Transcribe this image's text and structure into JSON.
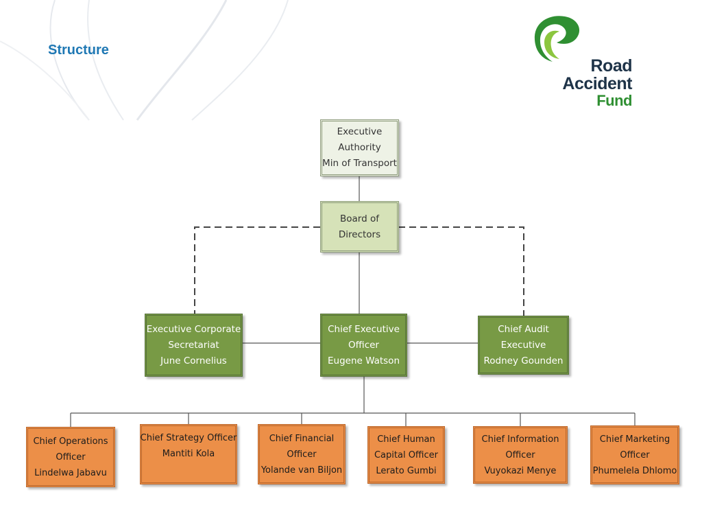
{
  "slide": {
    "title": "Structure"
  },
  "logo": {
    "line1": "Road",
    "line2": "Accident",
    "line3": "Fund",
    "icon": "road-accident-fund-swoosh-icon"
  },
  "colors": {
    "title": "#1f78b4",
    "level0": "#eef2e6",
    "level1": "#d6e2b8",
    "level2": "#789a45",
    "level3": "#ec8f48",
    "logo_green": "#2f8f32",
    "logo_dark": "#1e3348"
  },
  "org": {
    "executive_authority": {
      "lines": [
        "Executive",
        "Authority",
        "Min of Transport"
      ]
    },
    "board": {
      "lines": [
        "Board of",
        "Directors"
      ]
    },
    "corporate_secretariat": {
      "lines": [
        "Executive Corporate",
        "Secretariat",
        "June Cornelius"
      ]
    },
    "ceo": {
      "lines": [
        "Chief Executive",
        "Officer",
        "Eugene Watson"
      ]
    },
    "audit": {
      "lines": [
        "Chief Audit",
        "Executive",
        "Rodney Gounden"
      ]
    },
    "chiefs": [
      {
        "lines": [
          "Chief Operations",
          "Officer",
          "Lindelwa Jabavu"
        ]
      },
      {
        "lines": [
          "Chief Strategy Officer",
          "Mantiti Kola"
        ]
      },
      {
        "lines": [
          "Chief Financial",
          "Officer",
          "Yolande van Biljon"
        ]
      },
      {
        "lines": [
          "Chief Human",
          "Capital Officer",
          "Lerato Gumbi"
        ]
      },
      {
        "lines": [
          "Chief Information",
          "Officer",
          "Vuyokazi Menye"
        ]
      },
      {
        "lines": [
          "Chief Marketing",
          "Officer",
          "Phumelela Dhlomo"
        ]
      }
    ]
  }
}
